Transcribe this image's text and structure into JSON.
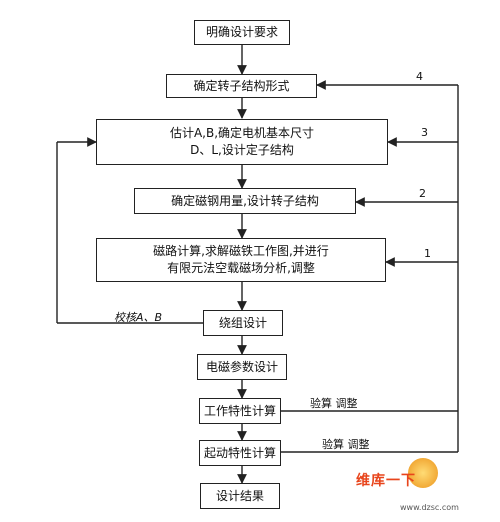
{
  "steps": {
    "s1": "明确设计要求",
    "s2": "确定转子结构形式",
    "s3_line1": "估计A,B,确定电机基本尺寸",
    "s3_line2": "D、L,设计定子结构",
    "s4": "确定磁钢用量,设计转子结构",
    "s5_line1": "磁路计算,求解磁铁工作图,并进行",
    "s5_line2": "有限元法空载磁场分析,调整",
    "s6": "绕组设计",
    "s7": "电磁参数设计",
    "s8": "工作特性计算",
    "s9": "起动特性计算",
    "s10": "设计结果"
  },
  "loop_labels": {
    "n4": "4",
    "n3": "3",
    "n2": "2",
    "n1": "1",
    "check": "校核A、B",
    "verify1": "验算  调整",
    "verify2": "验算  调整"
  },
  "watermark": {
    "main": "维库一下",
    "url": "www.dzsc.com"
  }
}
